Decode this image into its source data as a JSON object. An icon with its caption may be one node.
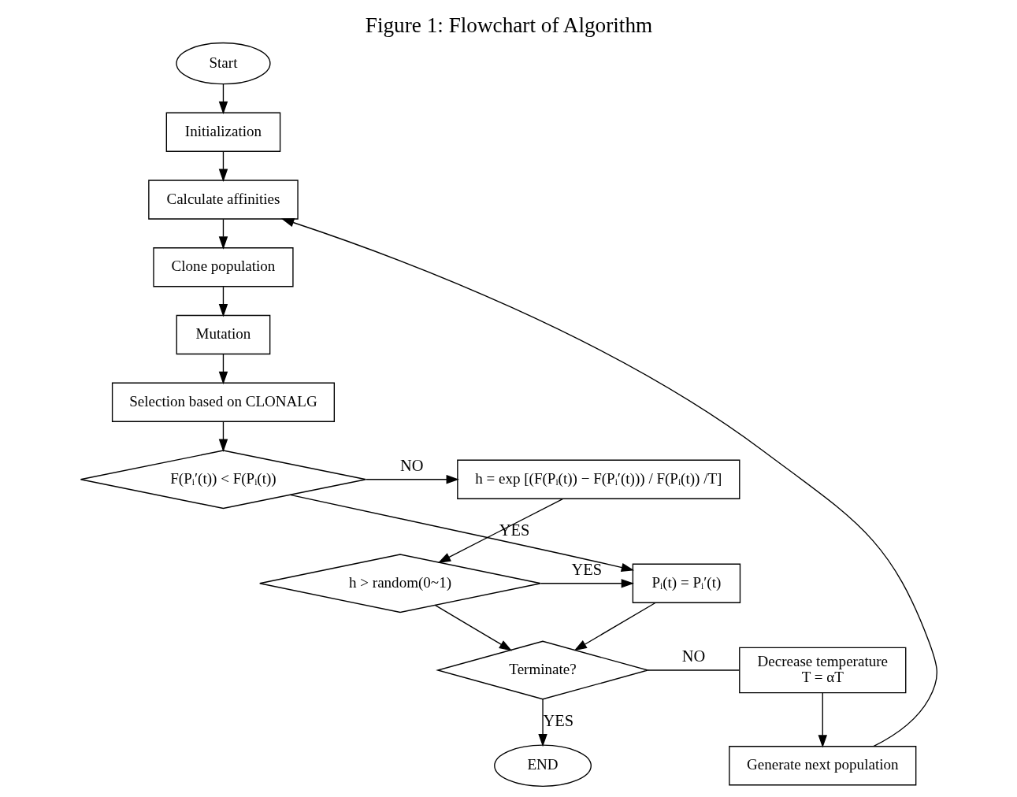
{
  "diagram": {
    "title": "Figure 1: Flowchart of Algorithm",
    "nodes": [
      {
        "text": [
          "Start"
        ]
      },
      {
        "text": [
          "Initialization"
        ]
      },
      {
        "text": [
          "Calculate affinities"
        ]
      },
      {
        "text": [
          "Clone population"
        ]
      },
      {
        "text": [
          "Mutation"
        ]
      },
      {
        "text": [
          "Selection based on CLONALG"
        ]
      },
      {
        "text": [
          "F(Pᵢ′(t)) < F(Pᵢ(t))"
        ]
      },
      {
        "text": [
          "h = exp [(F(Pᵢ(t)) − F(Pᵢ′(t))) / F(Pᵢ(t)) /T]"
        ]
      },
      {
        "text": [
          "h > random(0~1)"
        ]
      },
      {
        "text": [
          "Pᵢ(t) = Pᵢ′(t)"
        ]
      },
      {
        "text": [
          "Terminate?"
        ]
      },
      {
        "text": [
          "Decrease temperature",
          "T = αT"
        ]
      },
      {
        "text": [
          "Generate next population"
        ]
      },
      {
        "text": [
          "END"
        ]
      }
    ],
    "edges": [
      {
        "from": 0,
        "to": 1,
        "arrow": "to"
      },
      {
        "from": 1,
        "to": 2,
        "arrow": "to"
      },
      {
        "from": 2,
        "to": 3,
        "arrow": "to"
      },
      {
        "from": 3,
        "to": 4,
        "arrow": "to"
      },
      {
        "from": 4,
        "to": 5,
        "arrow": "to"
      },
      {
        "from": 5,
        "to": 6,
        "arrow": "to"
      },
      {
        "from": 6,
        "to": 7,
        "arrow": "to",
        "label": "NO"
      },
      {
        "from": 6,
        "to": 9,
        "arrow": "to",
        "label": "YES"
      },
      {
        "from": 7,
        "to": 8,
        "arrow": "to"
      },
      {
        "from": 8,
        "to": 9,
        "arrow": "to",
        "label": "YES"
      },
      {
        "from": 9,
        "to": 10,
        "arrow": "to"
      },
      {
        "from": 8,
        "to": 10,
        "arrow": "to"
      },
      {
        "from": 10,
        "to": 11,
        "arrow": "none",
        "label": "NO"
      },
      {
        "from": 11,
        "to": 12,
        "arrow": "to"
      },
      {
        "from": 12,
        "to": 2,
        "arrow": "to"
      },
      {
        "from": 10,
        "to": 13,
        "arrow": "to",
        "label": "YES"
      }
    ]
  }
}
